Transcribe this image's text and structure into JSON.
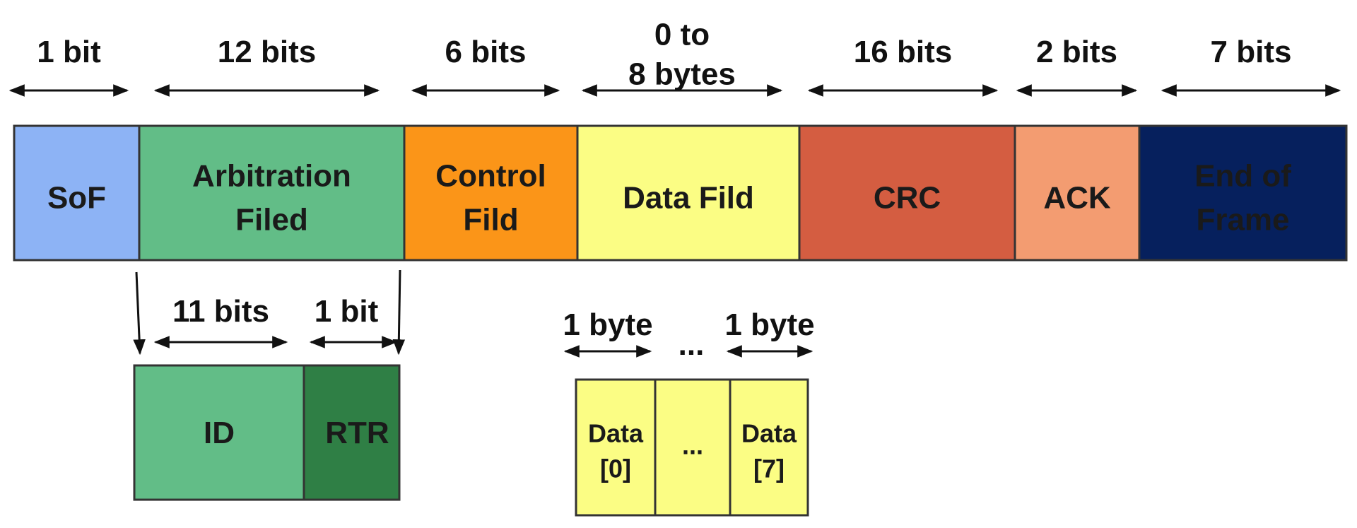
{
  "frame": {
    "fields": [
      {
        "name": "SoF",
        "lines": [
          "SoF"
        ],
        "size": "1 bit",
        "fill": "#8DB3F5",
        "text_color": "#1A1A1A"
      },
      {
        "name": "Arbitration Filed",
        "lines": [
          "Arbitration",
          "Filed"
        ],
        "size": "12 bits",
        "fill": "#62BD87",
        "text_color": "#1A1A1A"
      },
      {
        "name": "Control Fild",
        "lines": [
          "Control",
          "Fild"
        ],
        "size": "6 bits",
        "fill": "#FB9518",
        "text_color": "#1A1A1A"
      },
      {
        "name": "Data Fild",
        "lines": [
          "Data Fild"
        ],
        "size": "0 to 8 bytes",
        "fill": "#FBFD84",
        "text_color": "#1A1A1A"
      },
      {
        "name": "CRC",
        "lines": [
          "CRC"
        ],
        "size": "16 bits",
        "fill": "#D45D41",
        "text_color": "#1A1A1A"
      },
      {
        "name": "ACK",
        "lines": [
          "ACK"
        ],
        "size": "2 bits",
        "fill": "#F39C71",
        "text_color": "#1A1A1A"
      },
      {
        "name": "End of Frame",
        "lines": [
          "End of",
          "Frame"
        ],
        "size": "7 bits",
        "fill": "#06205D",
        "text_color": "#1A1A1A"
      }
    ]
  },
  "arbitration_detail": {
    "fields": [
      {
        "name": "ID",
        "size": "11 bits",
        "fill": "#62BD87"
      },
      {
        "name": "RTR",
        "size": "1 bit",
        "fill": "#2F7F45"
      }
    ]
  },
  "data_detail": {
    "sizes": [
      "1 byte",
      "...",
      "1 byte"
    ],
    "cells": [
      {
        "lines": [
          "Data",
          "[0]"
        ]
      },
      {
        "lines": [
          "..."
        ]
      },
      {
        "lines": [
          "Data",
          "[7]"
        ]
      }
    ],
    "fill": "#FBFD84"
  }
}
